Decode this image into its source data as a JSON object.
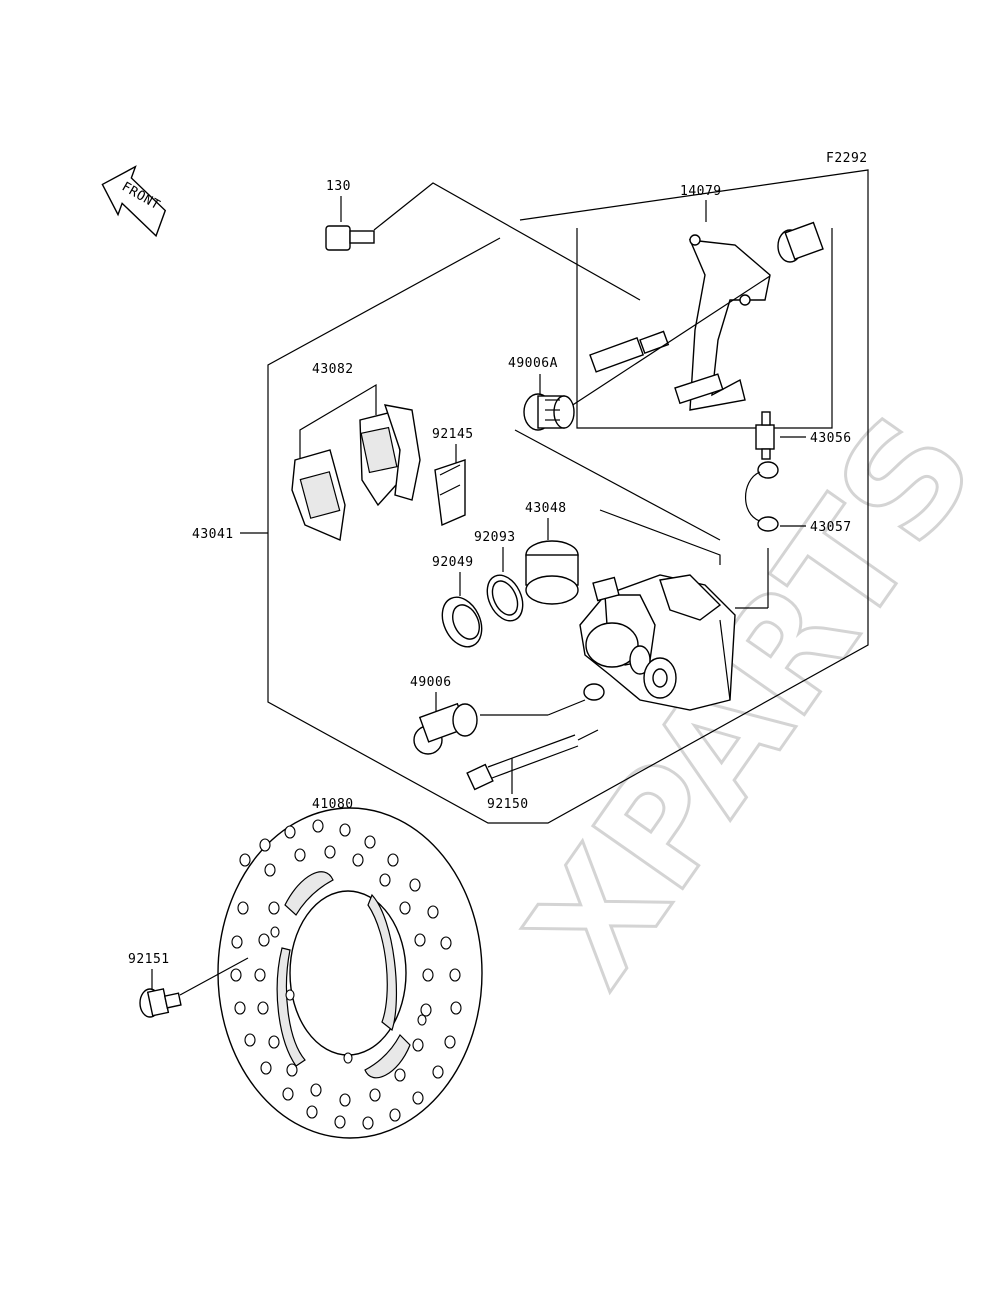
{
  "diagram_code": "F2292",
  "front_arrow_text": "FRONT",
  "watermark": "XPARTS",
  "labels": {
    "p130": "130",
    "p14079": "14079",
    "p49006A": "49006A",
    "p43082": "43082",
    "p92145": "92145",
    "p43056": "43056",
    "p43057": "43057",
    "p43048": "43048",
    "p92093": "92093",
    "p92049": "92049",
    "p43041": "43041",
    "p49006": "49006",
    "p92150": "92150",
    "p41080": "41080",
    "p92151": "92151"
  }
}
